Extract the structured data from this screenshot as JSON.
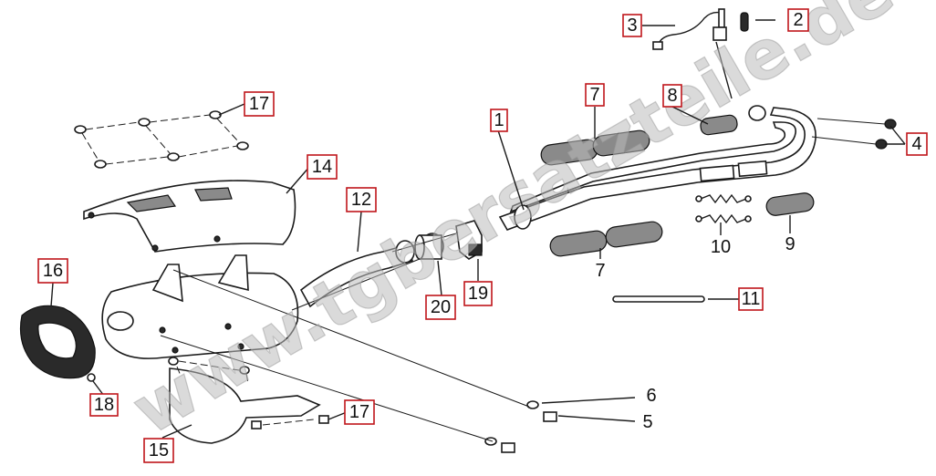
{
  "watermark": "www.tgbersatzteile.de",
  "callouts": {
    "p1": "1",
    "p2": "2",
    "p3": "3",
    "p4": "4",
    "p5": "5",
    "p6": "6",
    "p7_top": "7",
    "p7_bottom": "7",
    "p8": "8",
    "p9": "9",
    "p10": "10",
    "p11": "11",
    "p12": "12",
    "p14": "14",
    "p15": "15",
    "p16": "16",
    "p17_top": "17",
    "p17_bottom": "17",
    "p18": "18",
    "p19": "19",
    "p20": "20"
  }
}
